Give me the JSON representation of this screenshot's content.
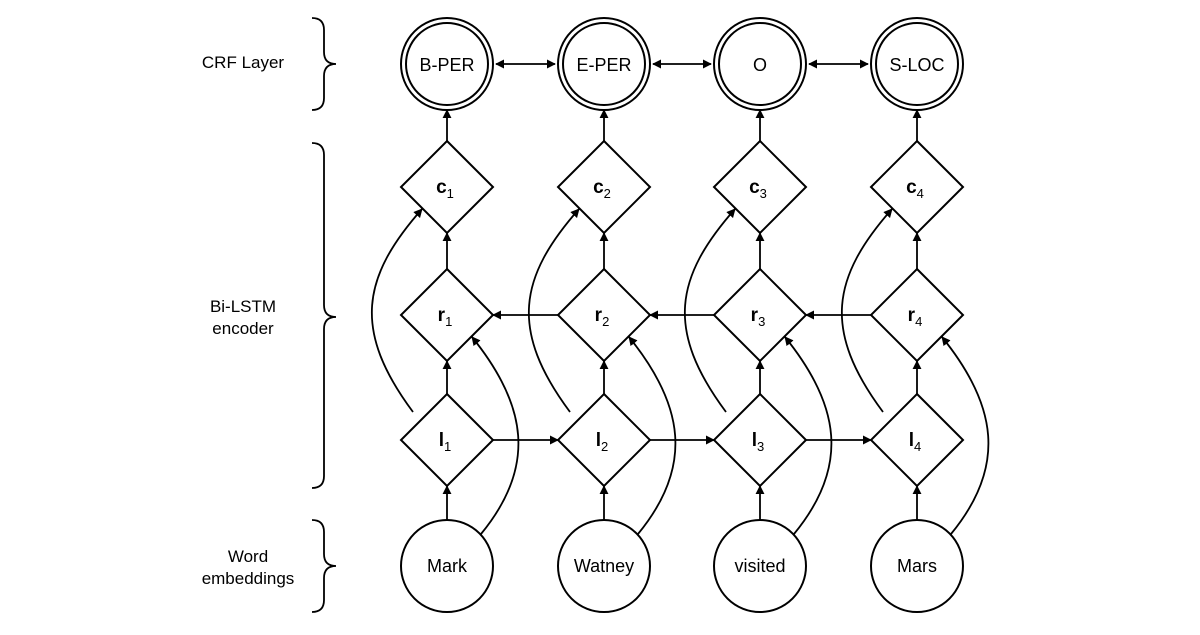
{
  "sections": [
    {
      "id": "crf",
      "lines": [
        "CRF Layer"
      ]
    },
    {
      "id": "bilstm",
      "lines": [
        "Bi-LSTM",
        "encoder"
      ]
    },
    {
      "id": "emb",
      "lines": [
        "Word",
        "embeddings"
      ]
    }
  ],
  "tokens": [
    {
      "word": "Mark",
      "tag": "B-PER",
      "l": "l",
      "r": "r",
      "c": "c",
      "sub": "1"
    },
    {
      "word": "Watney",
      "tag": "E-PER",
      "l": "l",
      "r": "r",
      "c": "c",
      "sub": "2"
    },
    {
      "word": "visited",
      "tag": "O",
      "l": "l",
      "r": "r",
      "c": "c",
      "sub": "3"
    },
    {
      "word": "Mars",
      "tag": "S-LOC",
      "l": "l",
      "r": "r",
      "c": "c",
      "sub": "4"
    }
  ]
}
